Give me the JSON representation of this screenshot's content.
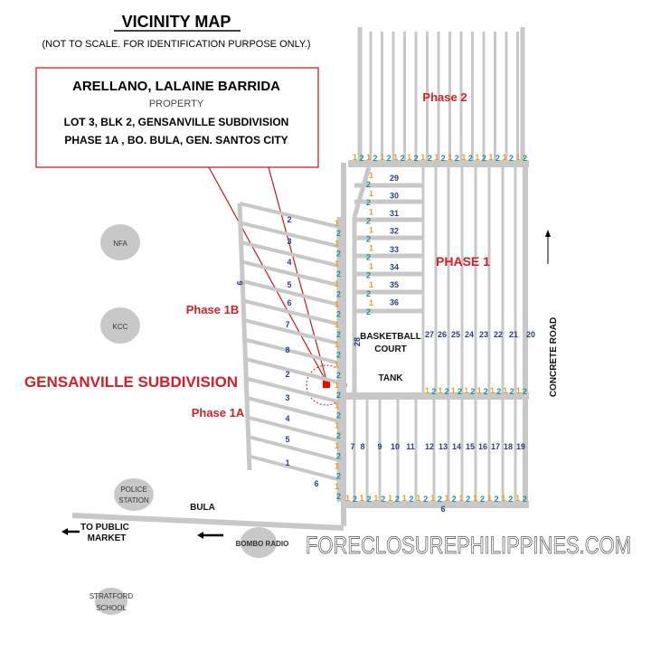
{
  "title": "VICINITY MAP",
  "subtitle": "(NOT TO SCALE. FOR IDENTIFICATION PURPOSE ONLY.)",
  "property_box": {
    "owner": "ARELLANO, LALAINE BARRIDA",
    "type": "PROPERTY",
    "lot": "LOT 3, BLK 2, GENSANVILLE SUBDIVISION",
    "address": "PHASE 1A , BO. BULA,  GEN. SANTOS CITY"
  },
  "areas": {
    "phase2": "Phase 2",
    "phase1": "PHASE 1",
    "phase1b": "Phase 1B",
    "phase1a": "Phase 1A",
    "subdivision": "GENSANVILLE SUBDIVISION",
    "basketball": "BASKETBALL",
    "court": "COURT",
    "tank": "TANK",
    "concrete_road": "CONCRETE ROAD",
    "bula": "BULA",
    "to_public": "TO PUBLIC",
    "market": "MARKET"
  },
  "landmarks": {
    "nfa": "NFA",
    "kcc": "KCC",
    "police1": "POLICE",
    "police2": "STATION",
    "bombo": "BOMBO RADIO",
    "stratford1": "STRATFORD",
    "stratford2": "SCHOOL"
  },
  "lots": {
    "phase1ab": [
      "2",
      "3",
      "4",
      "5",
      "6",
      "7",
      "8",
      "2",
      "3",
      "4",
      "5",
      "1",
      "6"
    ],
    "side_block": "9",
    "rows_29_36": [
      "29",
      "30",
      "31",
      "32",
      "33",
      "34",
      "35",
      "36"
    ],
    "lot28": "28",
    "cols_27_20": [
      "27",
      "26",
      "25",
      "24",
      "23",
      "22",
      "21",
      "20"
    ],
    "cols_7_19": [
      "7",
      "8",
      "9",
      "10",
      "11",
      "12",
      "13",
      "14",
      "15",
      "16",
      "17",
      "18",
      "19"
    ],
    "bottom6": "6"
  },
  "block_markers": {
    "phase2_row": "12121212121212121212121212",
    "phase1_row": "1212121212121212",
    "lower_row": "12121212121212121212121212",
    "left_column": "1212121212121212121212121212",
    "row29_column": "1212121212121212"
  },
  "watermark": "FORECLOSUREPHILIPPINES.COM",
  "colors": {
    "accent_red": "#d0202a",
    "road_gray": "#c8c8c8",
    "lot_blue": "#2a3f86"
  }
}
